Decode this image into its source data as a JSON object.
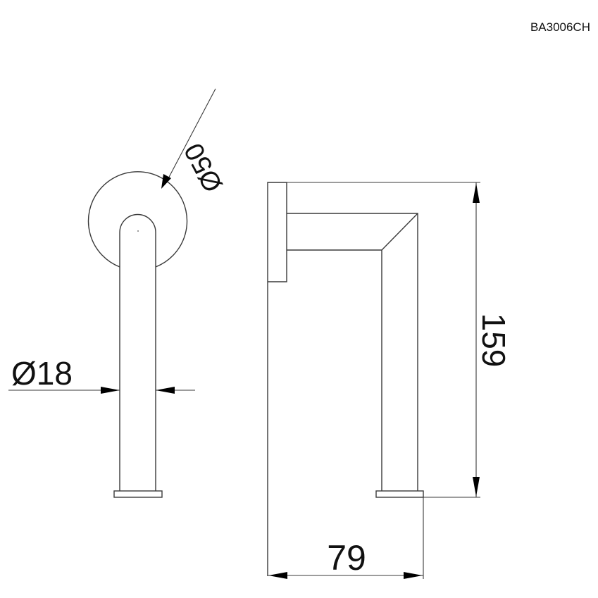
{
  "drawing": {
    "product_code": "BA3006CH",
    "colors": {
      "line": "#3a3a3a",
      "text": "#111111",
      "background": "#ffffff"
    }
  },
  "dimensions": {
    "flange_diameter": "Ø50",
    "tube_diameter": "Ø18",
    "height": "159",
    "projection": "79"
  },
  "views": [
    {
      "name": "front-view",
      "description": "Circular wall flange with round tube descending to base foot"
    },
    {
      "name": "side-view",
      "description": "Wall plate with horizontal arm, mitered corner and vertical tube to base foot"
    }
  ]
}
